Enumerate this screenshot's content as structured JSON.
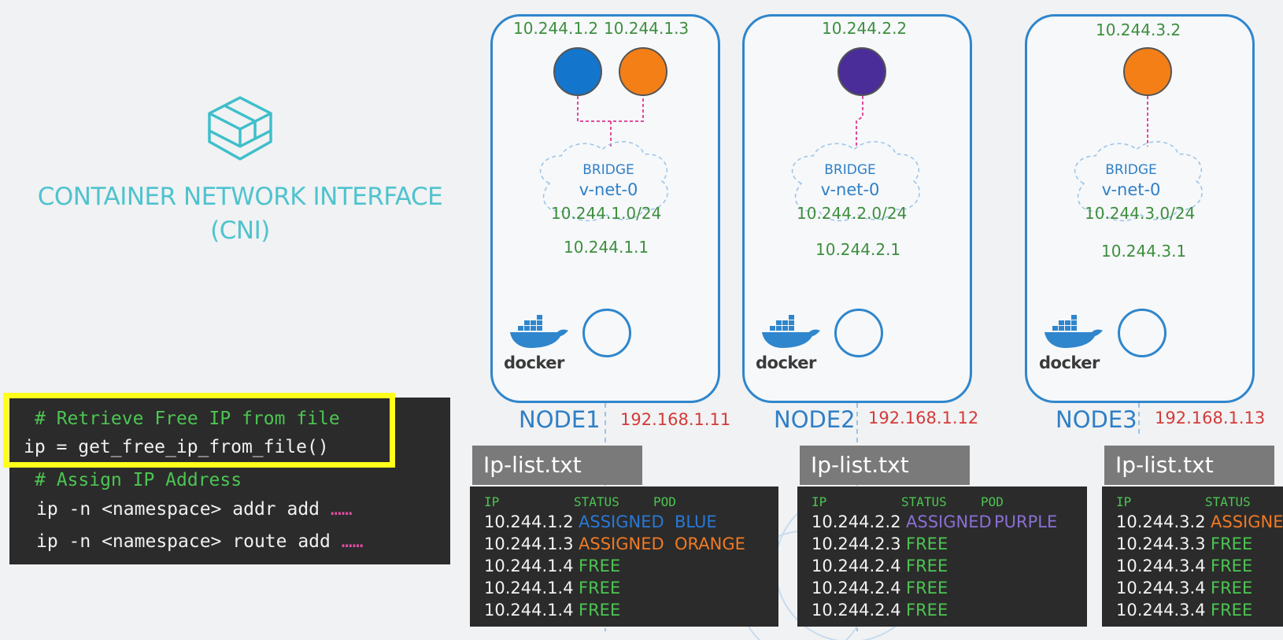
{
  "cni": {
    "title_line1": "CONTAINER NETWORK INTERFACE",
    "title_line2": "(CNI)",
    "logo_icon": "cni-cube-logo-icon"
  },
  "code": {
    "line1": "# Retrieve Free IP from file",
    "line2": "ip = get_free_ip_from_file()",
    "line3": "# Assign IP Address",
    "line4": "ip -n <namespace> addr add",
    "line5": "ip -n <namespace> route add",
    "dots": "……"
  },
  "nodes": [
    {
      "name": "NODE1",
      "host_ip": "192.168.1.11",
      "pod_ips": [
        "10.244.1.2",
        "10.244.1.3"
      ],
      "bridge_label": "BRIDGE",
      "bridge_name": "v-net-0",
      "subnet": "10.244.1.0/24",
      "gateway": "10.244.1.1",
      "docker_label": "docker"
    },
    {
      "name": "NODE2",
      "host_ip": "192.168.1.12",
      "pod_ips": [
        "10.244.2.2"
      ],
      "bridge_label": "BRIDGE",
      "bridge_name": "v-net-0",
      "subnet": "10.244.2.0/24",
      "gateway": "10.244.2.1",
      "docker_label": "docker"
    },
    {
      "name": "NODE3",
      "host_ip": "192.168.1.13",
      "pod_ips": [
        "10.244.3.2"
      ],
      "bridge_label": "BRIDGE",
      "bridge_name": "v-net-0",
      "subnet": "10.244.3.0/24",
      "gateway": "10.244.3.1",
      "docker_label": "docker"
    }
  ],
  "ip_lists": [
    {
      "tab": "Ip-list.txt",
      "headers": [
        "IP",
        "STATUS",
        "POD"
      ],
      "rows": [
        [
          "10.244.1.2",
          "ASSIGNED",
          "BLUE"
        ],
        [
          "10.244.1.3",
          "ASSIGNED",
          "ORANGE"
        ],
        [
          "10.244.1.4",
          "FREE",
          ""
        ],
        [
          "10.244.1.4",
          "FREE",
          ""
        ],
        [
          "10.244.1.4",
          "FREE",
          ""
        ]
      ]
    },
    {
      "tab": "Ip-list.txt",
      "headers": [
        "IP",
        "STATUS",
        "POD"
      ],
      "rows": [
        [
          "10.244.2.2",
          "ASSIGNED",
          "PURPLE"
        ],
        [
          "10.244.2.3",
          "FREE",
          ""
        ],
        [
          "10.244.2.4",
          "FREE",
          ""
        ],
        [
          "10.244.2.4",
          "FREE",
          ""
        ],
        [
          "10.244.2.4",
          "FREE",
          ""
        ]
      ]
    },
    {
      "tab": "Ip-list.txt",
      "headers": [
        "IP",
        "STATUS"
      ],
      "rows": [
        [
          "10.244.3.2",
          "ASSIGNE",
          ""
        ],
        [
          "10.244.3.3",
          "FREE",
          ""
        ],
        [
          "10.244.3.4",
          "FREE",
          ""
        ],
        [
          "10.244.3.4",
          "FREE",
          ""
        ],
        [
          "10.244.3.4",
          "FREE",
          ""
        ]
      ]
    }
  ],
  "colors": {
    "node_border": "#2f86cc",
    "pod_blue": "#1475cc",
    "pod_orange": "#f57f17",
    "pod_purple": "#4a2d98",
    "highlight": "#ffff1a",
    "host_ip": "#d43a3a",
    "pod_ip": "#3e8e3e"
  }
}
